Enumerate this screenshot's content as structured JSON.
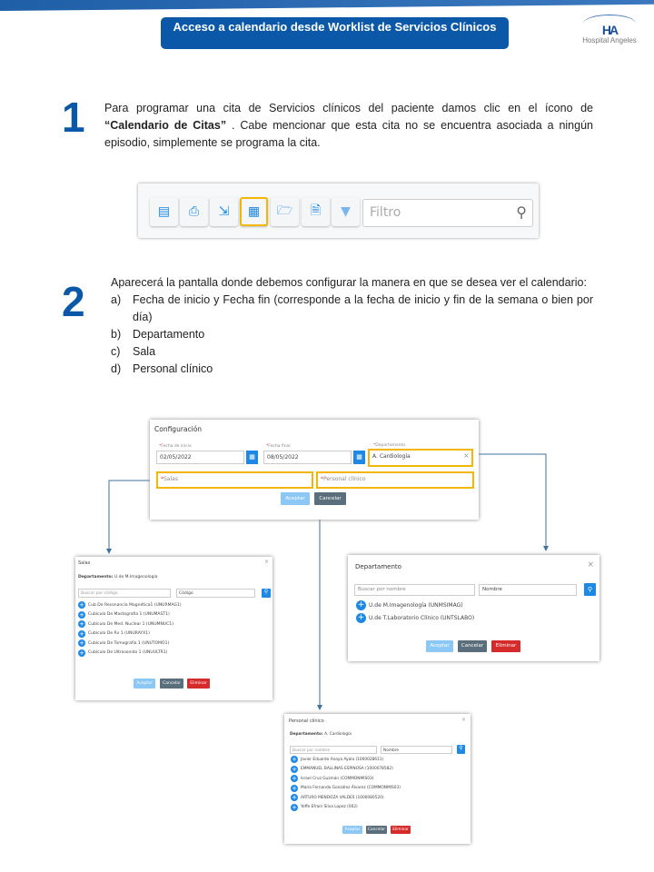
{
  "header": {
    "title": "Acceso a calendario desde Worklist de Servicios Clínicos",
    "logo_mark": "HA",
    "logo_name": "Hospital Angeles"
  },
  "step1": {
    "number": "1",
    "text_a": "Para programar una cita de Servicios clínicos del paciente damos clic en el ícono de ",
    "text_bold": "“Calendario de Citas”",
    "text_b": " . Cabe mencionar que esta cita no se encuentra asociada a ningún episodio, simplemente se programa la cita."
  },
  "toolbar": {
    "icons": [
      "book-icon",
      "scan-icon",
      "minimize-icon",
      "calendar-icon",
      "folder-open-icon",
      "excel-file-icon",
      "filter-icon"
    ],
    "filter_placeholder": "Filtro"
  },
  "step2": {
    "number": "2",
    "intro": "Aparecerá la pantalla donde debemos configurar la manera en que se desea ver el calendario:",
    "items": [
      {
        "letter": "a)",
        "text": "Fecha de inicio y Fecha fin (corresponde a la fecha de inicio y fin de la semana o bien por día)"
      },
      {
        "letter": "b)",
        "text": "Departamento"
      },
      {
        "letter": "c)",
        "text": "Sala"
      },
      {
        "letter": "d)",
        "text": "Personal clínico"
      }
    ]
  },
  "config": {
    "title": "Configuración",
    "fecha_inicio_label": "Fecha de inicio",
    "fecha_inicio": "02/05/2022",
    "fecha_final_label": "Fecha final",
    "fecha_final": "08/05/2022",
    "departamento_label": "Departamento",
    "departamento": "A. Cardiología",
    "salas_placeholder": "Salas",
    "personal_placeholder": "Personal clínico",
    "accept": "Aceptar",
    "cancel": "Cancelar"
  },
  "salas": {
    "title": "Salas",
    "dept_label": "Departamento:",
    "dept_value": "U.de M.Imagenología",
    "search_placeholder": "Buscar por código",
    "select": "Código",
    "items": [
      "Cub De Resonancia Magnética1 (UNURMAG1)",
      "Cubículo De Mastografía 1 (UNUMAST1)",
      "Cubículo De Med. Nuclear 1 (UNUMNUC1)",
      "Cubículo De Rx 1 (UNURAYX1)",
      "Cubículo De Tomografía 1 (UNUTOMO1)",
      "Cubículo De Ultrasonido 1 (UNUULTR1)"
    ],
    "accept": "Aceptar",
    "cancel": "Cancelar",
    "delete": "Eliminar"
  },
  "departamento": {
    "title": "Departamento",
    "search_placeholder": "Buscar por nombre",
    "select": "Nombre",
    "items": [
      "U.de M.Imagenología (UNMSIMAG)",
      "U.de T.Laboratorio Clínico (UNTSLABO)"
    ],
    "accept": "Aceptar",
    "cancel": "Cancelar",
    "delete": "Eliminar"
  },
  "personal": {
    "title": "Personal clínico",
    "dept_label": "Departamento:",
    "dept_value": "A. Cardiología",
    "search_placeholder": "Buscar por nombre",
    "select": "Nombre",
    "items": [
      "Javier Eduardo Anaya Ayala (1000028611)",
      "EMMANUEL BALLINAS ESPINOSA (1000078582)",
      "Israel Cruz Guzmán (COMMONMIS03)",
      "María Fernanda González Álvarez (COMMONMIS03)",
      "ARTURO MENDOZA VALDES (1000080520)",
      "Yeffe Efraín Silva Lopez (002)"
    ],
    "accept": "Aceptar",
    "cancel": "Cancelar",
    "delete": "Eliminar"
  }
}
